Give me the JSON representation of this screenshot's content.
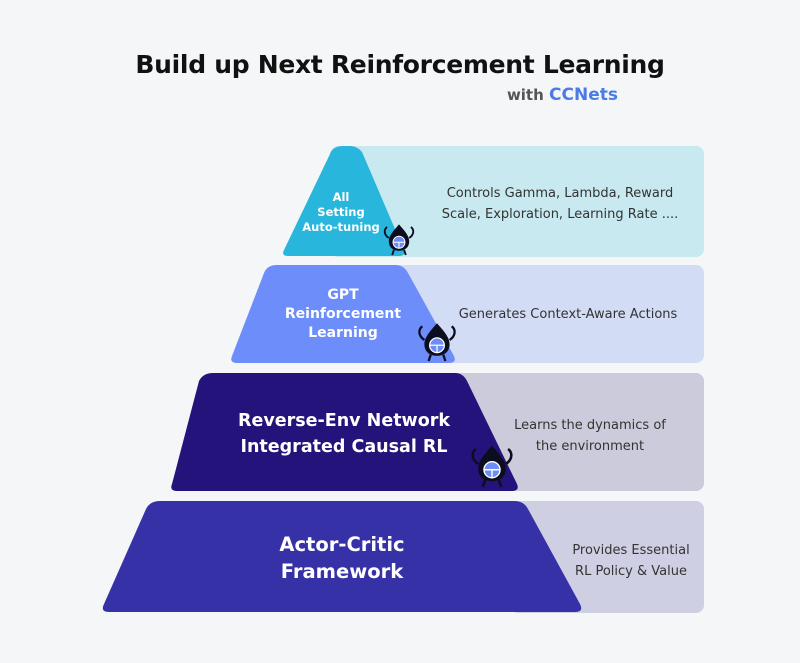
{
  "header": {
    "title": "Build up Next Reinforcement Learning",
    "subtitle_prefix": "with",
    "subtitle_brand": "CCNets"
  },
  "tiers": [
    {
      "label_lines": [
        "All",
        "Setting",
        "Auto-tuning"
      ],
      "description_lines": [
        "Controls Gamma, Lambda, Reward",
        "Scale, Exploration, Learning Rate ...."
      ],
      "color": "#29b6dc",
      "panel_color": "#c7e9ef"
    },
    {
      "label_lines": [
        "GPT",
        "Reinforcement",
        "Learning"
      ],
      "description_lines": [
        "Generates Context-Aware Actions"
      ],
      "color": "#6c8dfa",
      "panel_color": "#d3dcf5"
    },
    {
      "label_lines": [
        "Reverse-Env Network",
        "Integrated Causal RL"
      ],
      "description_lines": [
        "Learns the dynamics of",
        "the environment"
      ],
      "color": "#23137a",
      "panel_color": "#cbcbdb"
    },
    {
      "label_lines": [
        "Actor-Critic",
        "Framework"
      ],
      "description_lines": [
        "Provides Essential",
        "RL Policy & Value"
      ],
      "color": "#3731a8",
      "panel_color": "#cfcfe3"
    }
  ],
  "icons": [
    "ccnets-mascot-icon"
  ]
}
